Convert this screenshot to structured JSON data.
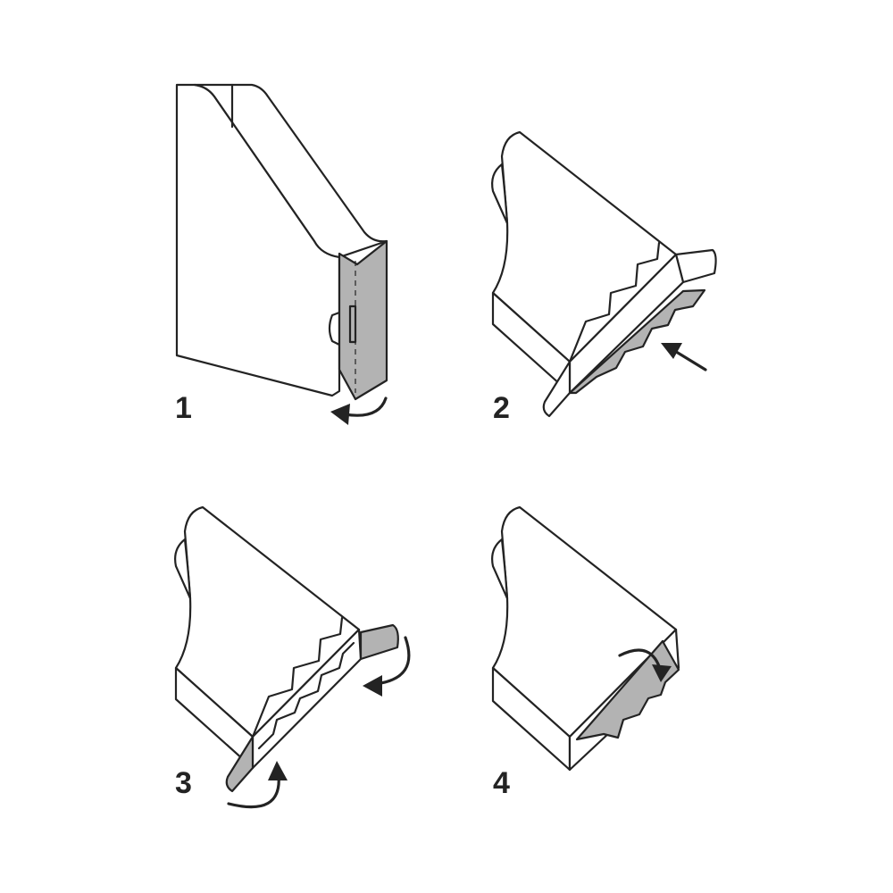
{
  "diagram": {
    "colors": {
      "line": "#232323",
      "shade": "#b3b3b3",
      "background": "#ffffff"
    },
    "steps": [
      {
        "label": "1"
      },
      {
        "label": "2"
      },
      {
        "label": "3"
      },
      {
        "label": "4"
      }
    ]
  }
}
